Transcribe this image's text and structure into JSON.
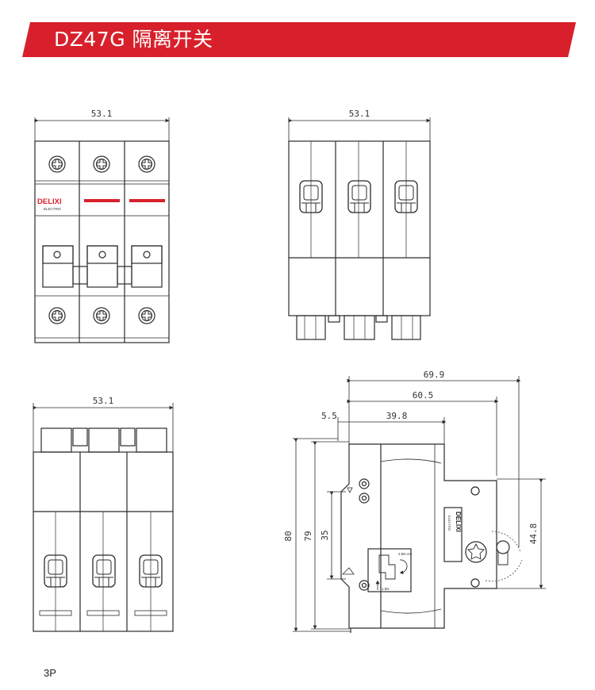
{
  "header": {
    "title": "DZ47G 隔离开关",
    "color": "#d7202b"
  },
  "front_view": {
    "width_dim": "53.1",
    "brand": "DELIXI",
    "brand_sub": "ELECTRIC"
  },
  "back_view": {
    "width_dim": "53.1"
  },
  "bottom_view": {
    "width_dim": "53.1"
  },
  "side_view": {
    "dims": {
      "overall_depth": "69.9",
      "mid_depth": "60.5",
      "offset": "5.5",
      "front_depth": "39.8",
      "height_total": "80",
      "height_body": "79",
      "rail_height": "35",
      "front_height": "44.8"
    },
    "label": {
      "torque_top": "2.5N·cm",
      "torque_bottom": "1.5N",
      "brand": "DELIXI",
      "brand_sub": "ELECTRIC"
    }
  },
  "footer": {
    "pole": "3P"
  },
  "colors": {
    "line": "#2b2b2b",
    "accent_red": "#d7202b"
  }
}
